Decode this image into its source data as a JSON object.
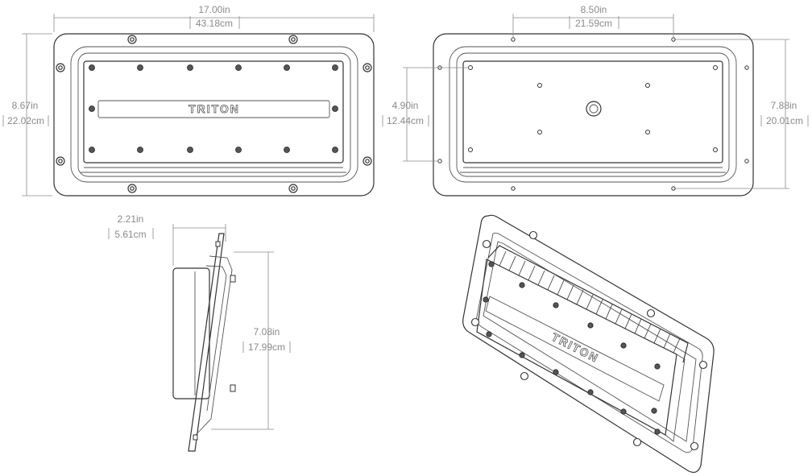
{
  "brand": {
    "logo_text": "TRITON"
  },
  "dimensions": {
    "front_width": {
      "imperial": "17.00in",
      "metric": "43.18cm"
    },
    "front_height": {
      "imperial": "8.67in",
      "metric": "22.02cm"
    },
    "back_bolt_spacing": {
      "imperial": "8.50in",
      "metric": "21.59cm"
    },
    "back_inner_height": {
      "imperial": "4.90in",
      "metric": "12.44cm"
    },
    "back_outer_height": {
      "imperial": "7.88in",
      "metric": "20.01cm"
    },
    "side_depth": {
      "imperial": "2.21in",
      "metric": "5.61cm"
    },
    "side_height": {
      "imperial": "7.08in",
      "metric": "17.99cm"
    }
  }
}
